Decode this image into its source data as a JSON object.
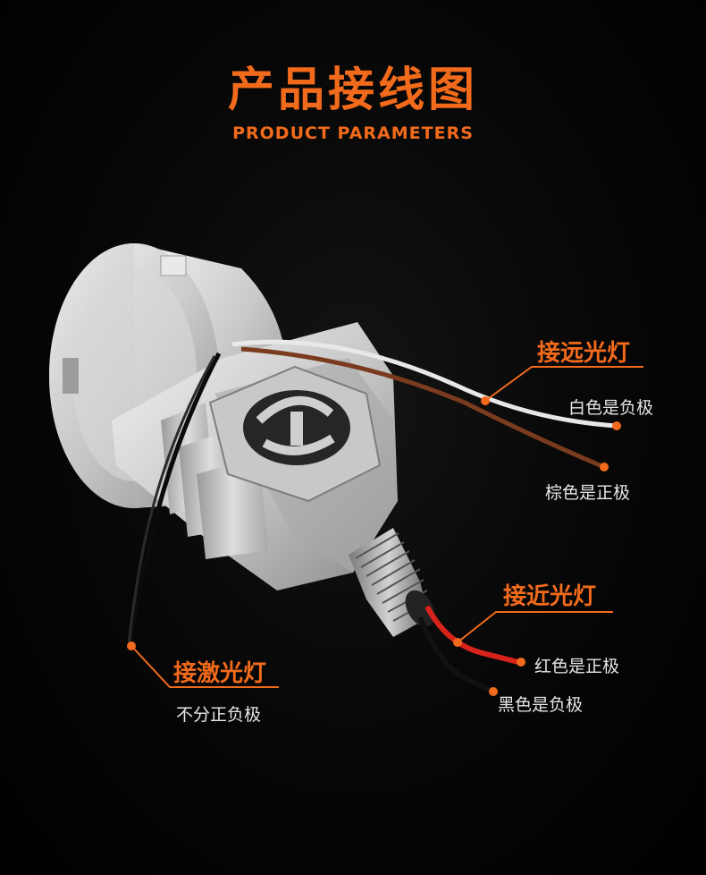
{
  "theme": {
    "accent": "#f26a1b",
    "wire_white": "#e8e8e8",
    "wire_brown": "#7a3b1e",
    "wire_red": "#d8231a",
    "wire_black": "#111111"
  },
  "header": {
    "title": "产品接线图",
    "subtitle": "PRODUCT PARAMETERS"
  },
  "labels": {
    "high_beam": {
      "title": "接远光灯",
      "white": "白色是负极",
      "brown": "棕色是正极"
    },
    "low_beam": {
      "title": "接近光灯",
      "red": "红色是正极",
      "black": "黑色是负极"
    },
    "laser": {
      "title": "接激光灯",
      "note": "不分正负极"
    }
  },
  "product": {
    "name": "lens-headlight-projector",
    "icon": "headlight-module-icon"
  }
}
